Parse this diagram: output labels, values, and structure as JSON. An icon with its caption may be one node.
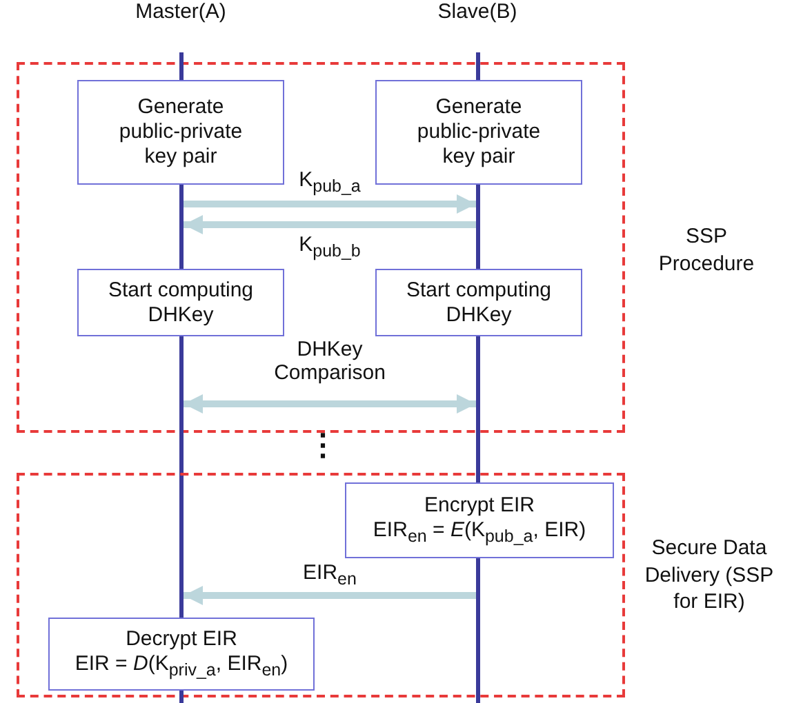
{
  "diagram": {
    "nodes": [
      {
        "text": [
          "SSP Procedure"
        ]
      },
      {
        "text": [
          "Generate public-private key pair"
        ],
        "in": 0
      },
      {
        "text": [
          "Generate public-private key pair"
        ],
        "in": 0
      },
      {
        "text": [],
        "shape": "bar",
        "in": 0
      },
      {
        "text": [],
        "shape": "bar",
        "in": 0
      },
      {
        "text": [
          "Start computing DHKey"
        ],
        "in": 0
      },
      {
        "text": [
          "Start computing DHKey"
        ],
        "in": 0
      },
      {
        "text": [],
        "shape": "bar"
      },
      {
        "text": [],
        "shape": "bar"
      },
      {
        "text": [
          "Secure Data Delivery (SSP for EIR)"
        ]
      },
      {
        "text": [
          "Encrypt EIR",
          "EIR$_{en}$ = *E*(K$_{pub_a}$, EIR)"
        ],
        "in": 9
      },
      {
        "text": [],
        "shape": "bar",
        "in": 9
      },
      {
        "text": [
          "Decrypt EIR",
          "EIR = *D*(K$_{priv_a}$, EIR$_{en}$)"
        ],
        "in": 9
      }
    ],
    "edges": [
      {
        "from": 3,
        "to": 4,
        "arrow": "to",
        "label": "K$_{pub_a}$"
      },
      {
        "from": 4,
        "to": 3,
        "arrow": "to",
        "label": "K$_{pub_b}$"
      },
      {
        "from": 7,
        "to": 8,
        "arrow": "both",
        "label": "DHKey Comparison"
      },
      {
        "from": 11,
        "to": 7,
        "arrow": "to",
        "label": "EIR$_{en}$"
      }
    ],
    "labels": [
      "Master(A)",
      "Slave(B)",
      "⋮"
    ]
  }
}
